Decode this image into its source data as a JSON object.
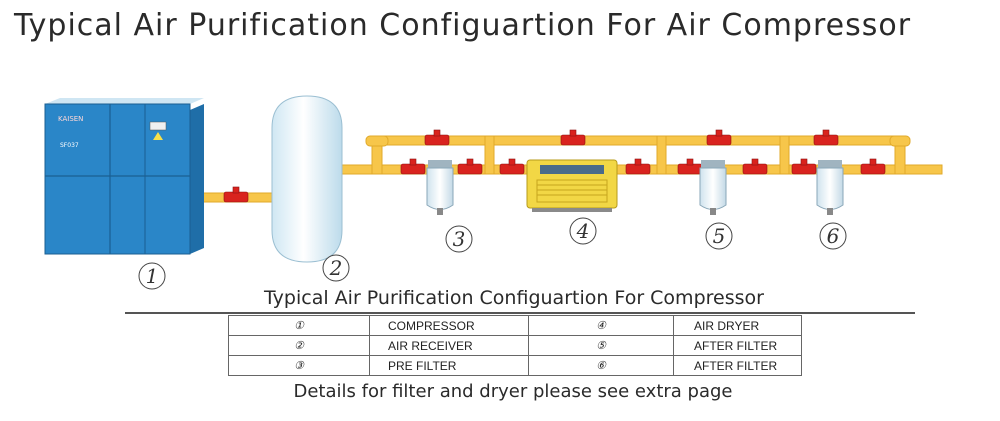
{
  "title": "Typical Air Purification Configuartion For Air Compressor",
  "diagram": {
    "compressor": {
      "brand": "KAISEN",
      "model": "SF037"
    },
    "labels": [
      "①",
      "②",
      "③",
      "④",
      "⑤",
      "⑥"
    ]
  },
  "legend": {
    "title": "Typical Air Purification Configuartion For Compressor",
    "rows": [
      {
        "n1": "①",
        "c1": "COMPRESSOR",
        "n2": "④",
        "c2": "AIR DRYER"
      },
      {
        "n1": "②",
        "c1": "AIR RECEIVER",
        "n2": "⑤",
        "c2": "AFTER FILTER"
      },
      {
        "n1": "③",
        "c1": "PRE FILTER",
        "n2": "⑥",
        "c2": "AFTER FILTER"
      }
    ]
  },
  "footnote": "Details for filter and dryer please see extra page",
  "colors": {
    "pipe": "#f7c64a",
    "valve": "#d9231e",
    "compressor": "#2a86c8",
    "dryer": "#f2d745"
  }
}
